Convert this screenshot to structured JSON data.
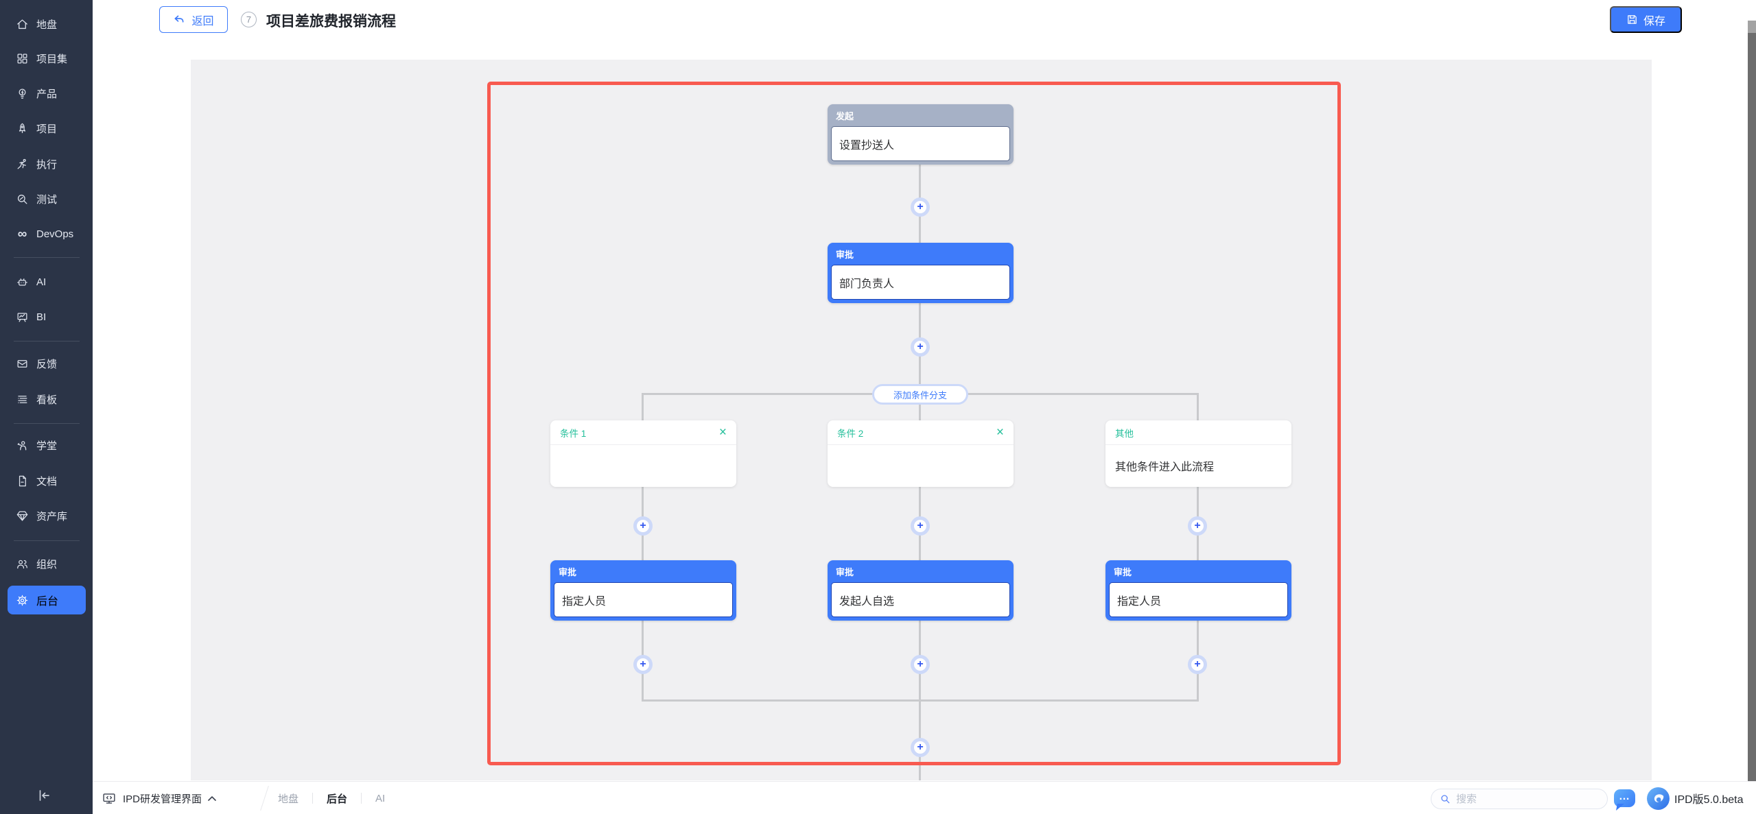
{
  "header": {
    "back_label": "返回",
    "badge": "7",
    "title": "项目差旅费报销流程",
    "save_label": "保存"
  },
  "sidebar": {
    "items": [
      {
        "icon": "home-icon",
        "label": "地盘"
      },
      {
        "icon": "grid-icon",
        "label": "项目集"
      },
      {
        "icon": "bulb-icon",
        "label": "产品"
      },
      {
        "icon": "rocket-icon",
        "label": "项目"
      },
      {
        "icon": "runner-icon",
        "label": "执行"
      },
      {
        "icon": "magnifier-icon",
        "label": "测试"
      },
      {
        "icon": "infinity-icon",
        "label": "DevOps"
      },
      {
        "icon": "robot-icon",
        "label": "AI"
      },
      {
        "icon": "board-icon",
        "label": "BI"
      },
      {
        "icon": "mail-icon",
        "label": "反馈"
      },
      {
        "icon": "kanban-icon",
        "label": "看板"
      },
      {
        "icon": "teacher-icon",
        "label": "学堂"
      },
      {
        "icon": "doc-icon",
        "label": "文档"
      },
      {
        "icon": "gem-icon",
        "label": "资产库"
      },
      {
        "icon": "people-icon",
        "label": "组织"
      },
      {
        "icon": "gear-icon",
        "label": "后台",
        "active": true
      }
    ]
  },
  "flow": {
    "start_node": {
      "type_label": "发起",
      "content": "设置抄送人"
    },
    "approval_node": {
      "type_label": "审批",
      "content": "部门负责人"
    },
    "add_branch_label": "添加条件分支",
    "plus_glyph": "+",
    "close_glyph": "×",
    "branches": [
      {
        "condition_label": "条件 1",
        "condition_content": "",
        "approval_type": "审批",
        "approval_content": "指定人员"
      },
      {
        "condition_label": "条件 2",
        "condition_content": "",
        "approval_type": "审批",
        "approval_content": "发起人自选"
      },
      {
        "condition_label": "其他",
        "condition_content": "其他条件进入此流程",
        "approval_type": "审批",
        "approval_content": "指定人员"
      }
    ]
  },
  "bottom_bar": {
    "workspace": "IPD研发管理界面",
    "tabs": [
      {
        "label": "地盘",
        "active": false
      },
      {
        "label": "后台",
        "active": true
      },
      {
        "label": "AI",
        "active": false
      }
    ],
    "search_placeholder": "搜索",
    "chat_dots": "…",
    "version": "IPD版5.0.beta"
  },
  "colors": {
    "accent_blue": "#3e7bfa",
    "start_node_gray": "#a6b1c6",
    "approval_node_blue": "#3e7bfa",
    "highlight_red": "#f85a50",
    "condition_green": "#23bf9a",
    "sidebar_bg": "#2b3447",
    "canvas_bg": "#f0f0f2",
    "connector_gray": "#c9cacd"
  }
}
